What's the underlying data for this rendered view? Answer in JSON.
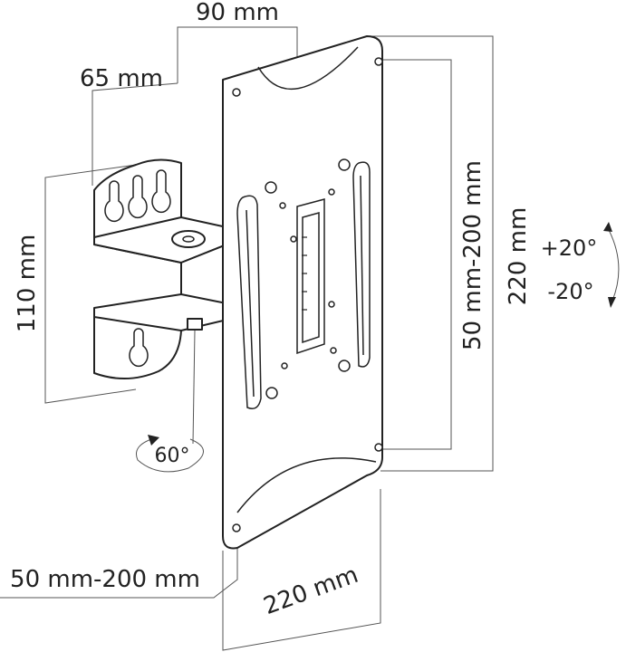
{
  "dimensions": {
    "top_width": "90 mm",
    "arm_depth": "65 mm",
    "wall_height": "110 mm",
    "vesa_vertical": "50 mm-200 mm",
    "plate_height": "220 mm",
    "vesa_horizontal": "50 mm-200 mm",
    "plate_width": "220 mm"
  },
  "rotation": {
    "swivel": "60°",
    "tilt_up": "+20°",
    "tilt_down": "-20°"
  },
  "colors": {
    "line": "#222222",
    "dimension_line": "#555555",
    "background": "#ffffff"
  }
}
